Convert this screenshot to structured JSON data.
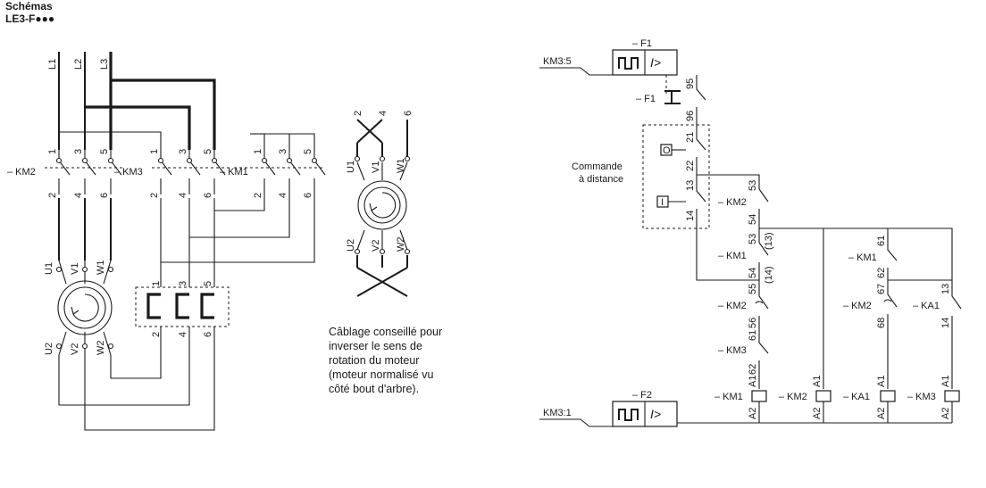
{
  "header": {
    "title_line1": "Schémas",
    "title_line2": "LE3-F●●●"
  },
  "power": {
    "lines": [
      "L1",
      "L2",
      "L3"
    ],
    "km2": "– KM2",
    "km3": "– KM3",
    "km1": "– KM1",
    "top_terms": [
      "1",
      "3",
      "5"
    ],
    "bottom_terms": [
      "2",
      "4",
      "6"
    ],
    "motor_top": [
      "U1",
      "V1",
      "W1"
    ],
    "motor_bottom": [
      "U2",
      "V2",
      "W2"
    ]
  },
  "winding": {
    "top": [
      "U1",
      "V1",
      "W1"
    ],
    "bottom": [
      "U2",
      "V2",
      "W2"
    ],
    "top_nums": [
      "2",
      "4",
      "6"
    ]
  },
  "note": "Câblage conseillé pour inverser le sens de rotation du moteur (moteur normalisé vu côté bout d'arbre).",
  "control": {
    "f1": "– F1",
    "f2": "– F2",
    "km3_5": "KM3:5",
    "km3_1": "KM3:1",
    "i_symbol": "I>",
    "remote": "Commande",
    "remote2": "à distance",
    "o_btn": "O",
    "i_btn": "I",
    "n95": "95",
    "n96": "96",
    "n21": "21",
    "n22": "22",
    "n13": "13",
    "n14": "14",
    "km2": "– KM2",
    "km1": "– KM1",
    "km3": "– KM3",
    "ka1": "– KA1",
    "n53": "53",
    "n54": "54",
    "p13": "(13)",
    "p14": "(14)",
    "n55": "55",
    "n56": "56",
    "n61": "61",
    "n62": "62",
    "n67": "67",
    "n68": "68",
    "n61b": "61",
    "n56b": "56",
    "n62b": "62",
    "a1": "A1",
    "a2": "A2",
    "coil_km1": "– KM1",
    "coil_km2": "– KM2",
    "coil_ka1": "– KA1",
    "coil_km3": "– KM3"
  }
}
